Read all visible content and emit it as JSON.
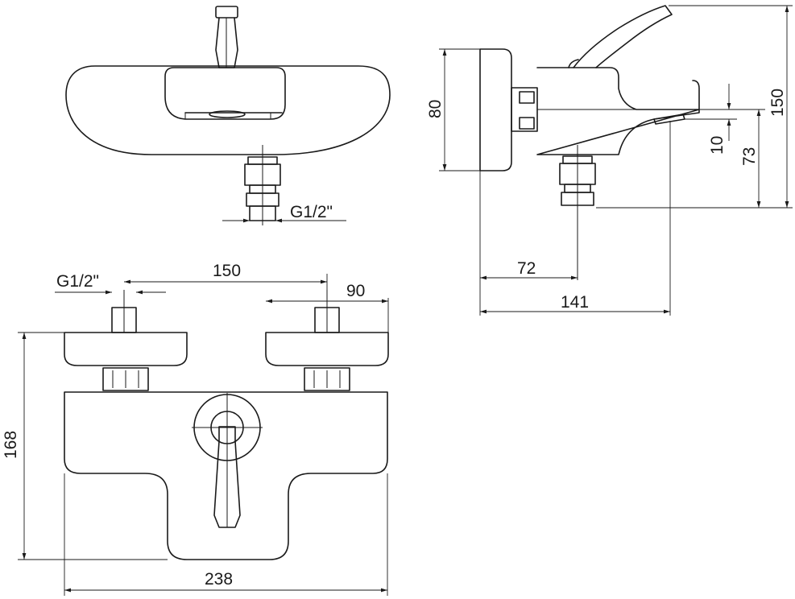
{
  "dimensions": {
    "top_view_thread": "G1/2\"",
    "front_thread": "G1/2\"",
    "front_centers": "150",
    "front_eccentric_width": "90",
    "front_height": "168",
    "front_width": "238",
    "side_body_height": "80",
    "side_total_height": "150",
    "side_outlet_offset": "10",
    "side_outlet_height": "73",
    "side_inlet_depth": "72",
    "side_total_depth": "141"
  }
}
